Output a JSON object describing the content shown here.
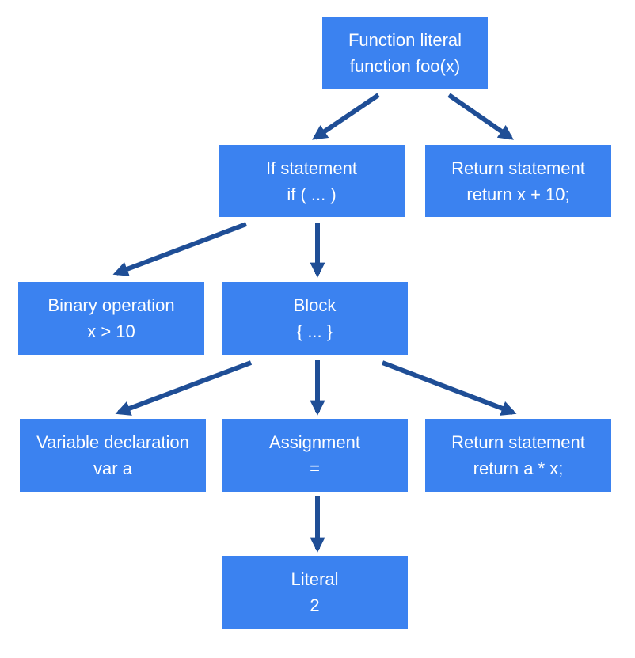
{
  "colors": {
    "node_fill": "#3b82f0",
    "node_text": "#ffffff",
    "edge": "#1f4e96",
    "background": "#ffffff"
  },
  "nodes": {
    "function_literal": {
      "title": "Function literal",
      "detail": "function foo(x)"
    },
    "if_statement": {
      "title": "If statement",
      "detail": "if ( ... )"
    },
    "return_top": {
      "title": "Return statement",
      "detail": "return x + 10;"
    },
    "binary_operation": {
      "title": "Binary operation",
      "detail": "x > 10"
    },
    "block": {
      "title": "Block",
      "detail": "{ ... }"
    },
    "variable_declaration": {
      "title": "Variable declaration",
      "detail": "var a"
    },
    "assignment": {
      "title": "Assignment",
      "detail": "="
    },
    "return_bottom": {
      "title": "Return statement",
      "detail": "return a * x;"
    },
    "literal": {
      "title": "Literal",
      "detail": "2"
    }
  }
}
